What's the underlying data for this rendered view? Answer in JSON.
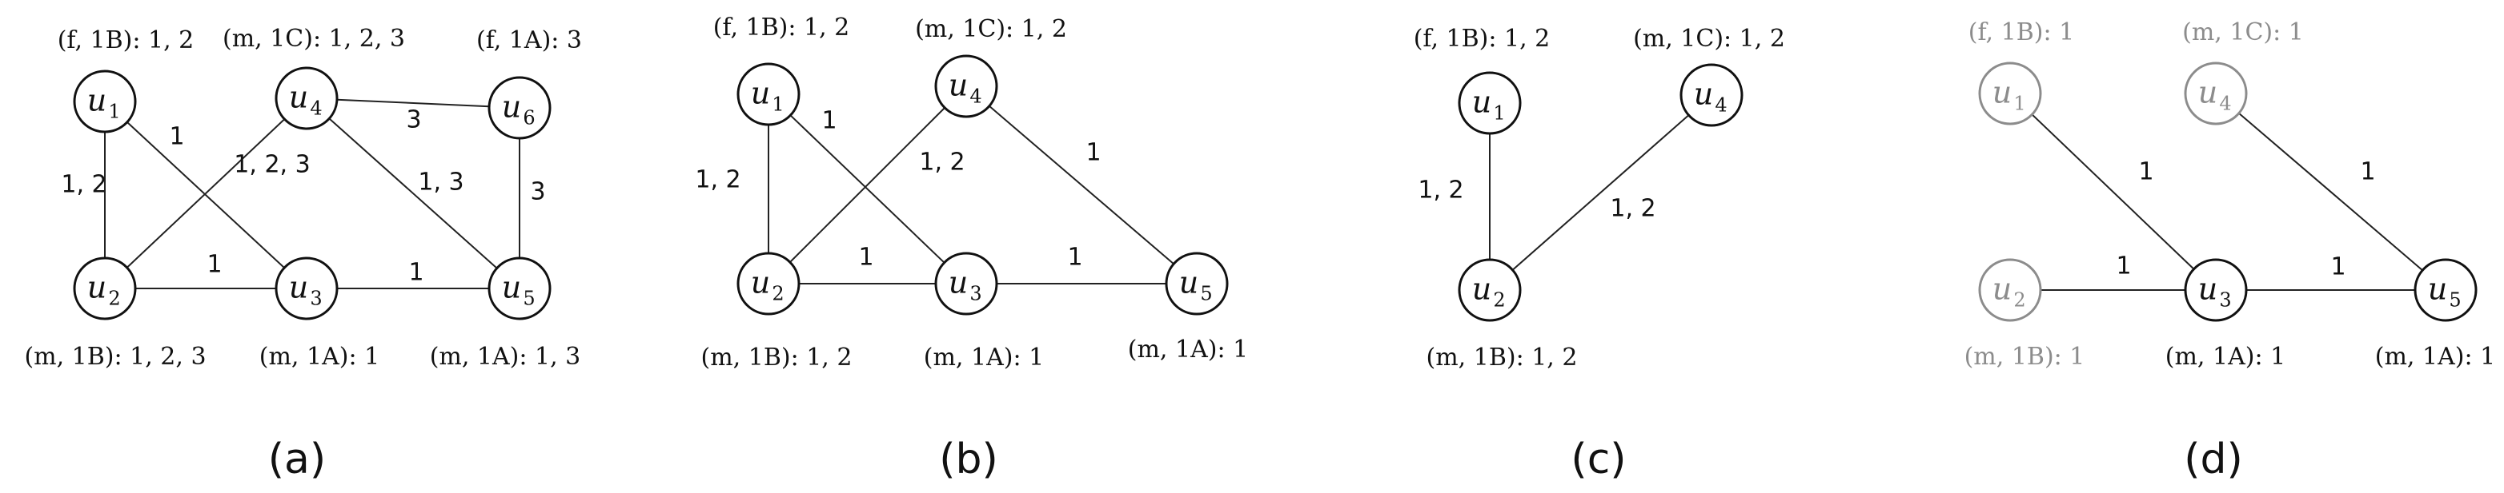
{
  "panels": [
    {
      "caption": "(a)",
      "nodes": [
        {
          "id": "u1",
          "name": "u",
          "sub": "1",
          "label": "(f, 1B): 1, 2",
          "muted": false
        },
        {
          "id": "u4",
          "name": "u",
          "sub": "4",
          "label": "(m, 1C): 1, 2, 3",
          "muted": false
        },
        {
          "id": "u6",
          "name": "u",
          "sub": "6",
          "label": "(f, 1A): 3",
          "muted": false
        },
        {
          "id": "u2",
          "name": "u",
          "sub": "2",
          "label": "(m, 1B): 1, 2, 3",
          "muted": false
        },
        {
          "id": "u3",
          "name": "u",
          "sub": "3",
          "label": "(m, 1A): 1",
          "muted": false
        },
        {
          "id": "u5",
          "name": "u",
          "sub": "5",
          "label": "(m, 1A): 1, 3",
          "muted": false
        }
      ],
      "edges": [
        {
          "from": "u1",
          "to": "u2",
          "label": "1, 2"
        },
        {
          "from": "u1",
          "to": "u3",
          "label": "1"
        },
        {
          "from": "u4",
          "to": "u2",
          "label": "1, 2, 3"
        },
        {
          "from": "u4",
          "to": "u6",
          "label": "3"
        },
        {
          "from": "u4",
          "to": "u5",
          "label": "1, 3"
        },
        {
          "from": "u6",
          "to": "u5",
          "label": "3"
        },
        {
          "from": "u2",
          "to": "u3",
          "label": "1"
        },
        {
          "from": "u3",
          "to": "u5",
          "label": "1"
        }
      ]
    },
    {
      "caption": "(b)",
      "nodes": [
        {
          "id": "u1",
          "name": "u",
          "sub": "1",
          "label": "(f, 1B): 1, 2",
          "muted": false
        },
        {
          "id": "u4",
          "name": "u",
          "sub": "4",
          "label": "(m, 1C): 1, 2",
          "muted": false
        },
        {
          "id": "u2",
          "name": "u",
          "sub": "2",
          "label": "(m, 1B): 1, 2",
          "muted": false
        },
        {
          "id": "u3",
          "name": "u",
          "sub": "3",
          "label": "(m, 1A): 1",
          "muted": false
        },
        {
          "id": "u5",
          "name": "u",
          "sub": "5",
          "label": "(m, 1A): 1",
          "muted": false
        }
      ],
      "edges": [
        {
          "from": "u1",
          "to": "u2",
          "label": "1, 2"
        },
        {
          "from": "u1",
          "to": "u3",
          "label": "1"
        },
        {
          "from": "u4",
          "to": "u2",
          "label": "1, 2"
        },
        {
          "from": "u4",
          "to": "u5",
          "label": "1"
        },
        {
          "from": "u2",
          "to": "u3",
          "label": "1"
        },
        {
          "from": "u3",
          "to": "u5",
          "label": "1"
        }
      ]
    },
    {
      "caption": "(c)",
      "nodes": [
        {
          "id": "u1",
          "name": "u",
          "sub": "1",
          "label": "(f, 1B): 1, 2",
          "muted": false
        },
        {
          "id": "u4",
          "name": "u",
          "sub": "4",
          "label": "(m, 1C): 1, 2",
          "muted": false
        },
        {
          "id": "u2",
          "name": "u",
          "sub": "2",
          "label": "(m, 1B): 1, 2",
          "muted": false
        }
      ],
      "edges": [
        {
          "from": "u1",
          "to": "u2",
          "label": "1, 2"
        },
        {
          "from": "u4",
          "to": "u2",
          "label": "1, 2"
        }
      ]
    },
    {
      "caption": "(d)",
      "nodes": [
        {
          "id": "u1",
          "name": "u",
          "sub": "1",
          "label": "(f, 1B): 1",
          "muted": true
        },
        {
          "id": "u4",
          "name": "u",
          "sub": "4",
          "label": "(m, 1C): 1",
          "muted": true
        },
        {
          "id": "u2",
          "name": "u",
          "sub": "2",
          "label": "(m, 1B): 1",
          "muted": true
        },
        {
          "id": "u3",
          "name": "u",
          "sub": "3",
          "label": "(m, 1A): 1",
          "muted": false
        },
        {
          "id": "u5",
          "name": "u",
          "sub": "5",
          "label": "(m, 1A): 1",
          "muted": false
        }
      ],
      "edges": [
        {
          "from": "u1",
          "to": "u3",
          "label": "1"
        },
        {
          "from": "u4",
          "to": "u5",
          "label": "1"
        },
        {
          "from": "u2",
          "to": "u3",
          "label": "1"
        },
        {
          "from": "u3",
          "to": "u5",
          "label": "1"
        }
      ]
    }
  ]
}
